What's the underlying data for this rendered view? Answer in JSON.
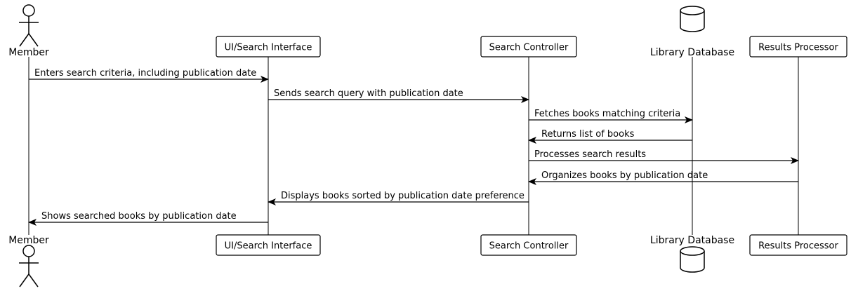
{
  "participants": [
    {
      "id": "member",
      "kind": "actor",
      "label": "Member",
      "icon": "stick-figure-icon"
    },
    {
      "id": "ui",
      "kind": "box",
      "label": "UI/Search Interface"
    },
    {
      "id": "controller",
      "kind": "box",
      "label": "Search Controller"
    },
    {
      "id": "db",
      "kind": "database",
      "label": "Library Database",
      "icon": "database-icon"
    },
    {
      "id": "processor",
      "kind": "box",
      "label": "Results Processor"
    }
  ],
  "messages": [
    {
      "from": "member",
      "to": "ui",
      "label": "Enters search criteria, including publication date"
    },
    {
      "from": "ui",
      "to": "controller",
      "label": "Sends search query with publication date"
    },
    {
      "from": "controller",
      "to": "db",
      "label": "Fetches books matching criteria"
    },
    {
      "from": "db",
      "to": "controller",
      "label": "Returns list of books"
    },
    {
      "from": "controller",
      "to": "processor",
      "label": "Processes search results"
    },
    {
      "from": "processor",
      "to": "controller",
      "label": "Organizes books by publication date"
    },
    {
      "from": "controller",
      "to": "ui",
      "label": "Displays books sorted by publication date preference"
    },
    {
      "from": "ui",
      "to": "member",
      "label": "Shows searched books by publication date"
    }
  ],
  "colors": {
    "line": "#000000",
    "box_fill": "#ffffff",
    "background": "#ffffff"
  }
}
